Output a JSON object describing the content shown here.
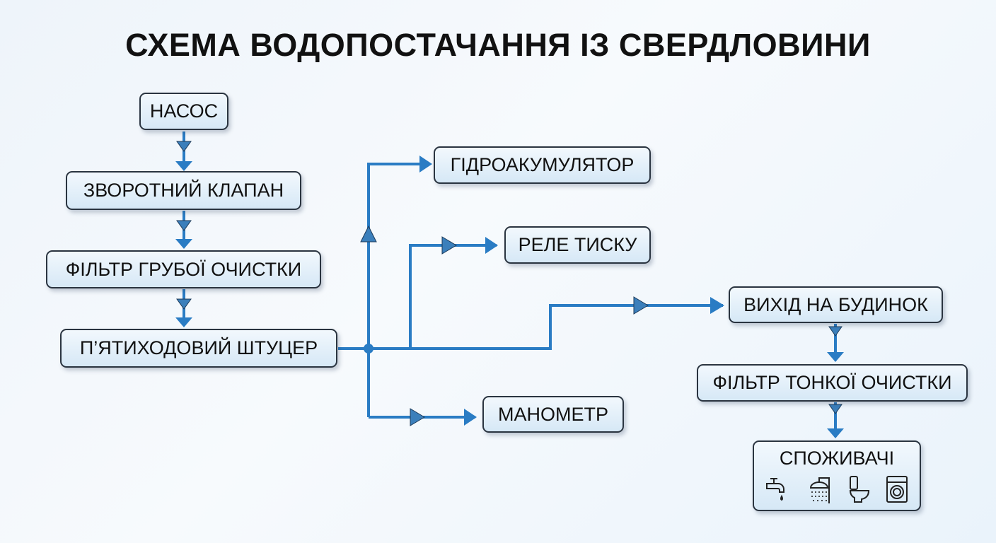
{
  "title": "СХЕМА ВОДОПОСТАЧАННЯ ІЗ СВЕРДЛОВИНИ",
  "nodes": {
    "pump": "НАСОС",
    "check_valve": "ЗВОРОТНИЙ КЛАПАН",
    "coarse_filter": "ФІЛЬТР ГРУБОЇ ОЧИСТКИ",
    "fitting": "П’ЯТИХОДОВИЙ ШТУЦЕР",
    "accumulator": "ГІДРОАКУМУЛЯТОР",
    "pressure_switch": "РЕЛЕ ТИСКУ",
    "house_outlet": "ВИХІД НА БУДИНОК",
    "fine_filter": "ФІЛЬТР ТОНКОЇ ОЧИСТКИ",
    "manometer": "МАНОМЕТР",
    "consumers": "СПОЖИВАЧІ"
  },
  "consumer_icons": [
    "faucet-icon",
    "shower-icon",
    "toilet-icon",
    "washing-machine-icon"
  ],
  "colors": {
    "arrow": "#2a7cc4",
    "border": "#2a3440"
  }
}
